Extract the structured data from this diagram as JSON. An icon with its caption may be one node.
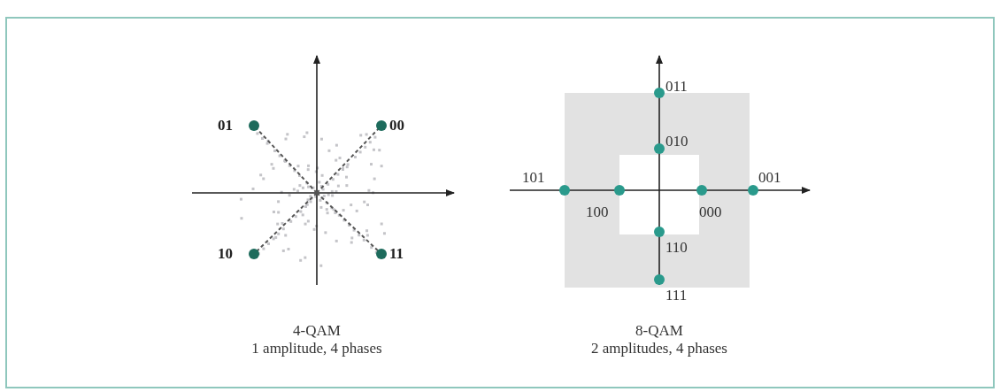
{
  "diagram": {
    "labels": [
      "01",
      "00",
      "10",
      "11",
      "4-QAM",
      "1 amplitude, 4 phases",
      "011",
      "010",
      "101",
      "001",
      "100",
      "000",
      "110",
      "111",
      "8-QAM",
      "2 amplitudes, 4 phases"
    ]
  }
}
